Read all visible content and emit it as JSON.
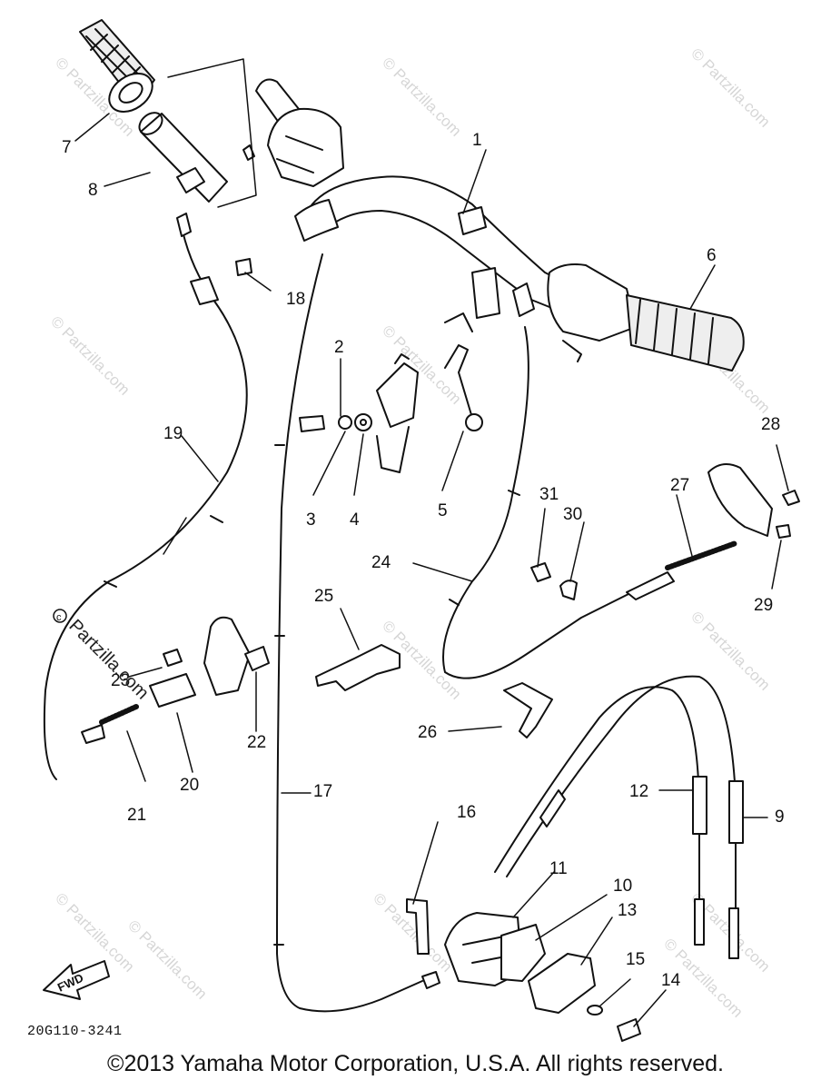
{
  "diagram": {
    "callouts": [
      "1",
      "2",
      "3",
      "4",
      "5",
      "6",
      "7",
      "8",
      "9",
      "10",
      "11",
      "12",
      "13",
      "14",
      "15",
      "16",
      "17",
      "18",
      "19",
      "20",
      "21",
      "22",
      "23",
      "24",
      "25",
      "26",
      "27",
      "28",
      "29",
      "30",
      "31"
    ],
    "direction_label": "FWD",
    "drawing_code": "20G110-3241",
    "watermarks": [
      "© Partzilla.com",
      "© Partzilla.com",
      "© Partzilla.com",
      "© Partzilla.com",
      "© Partzilla.com",
      "© Partzilla.com",
      "© Partzilla.com",
      "© Partzilla.com",
      "© Partzilla.com",
      "© Partzilla.com",
      "© Partzilla.com",
      "© Partzilla.com",
      "© Partzilla.com"
    ],
    "main_watermark": "Partzilla.com"
  },
  "footer": {
    "copyright": "©2013 Yamaha Motor Corporation, U.S.A. All rights reserved."
  }
}
